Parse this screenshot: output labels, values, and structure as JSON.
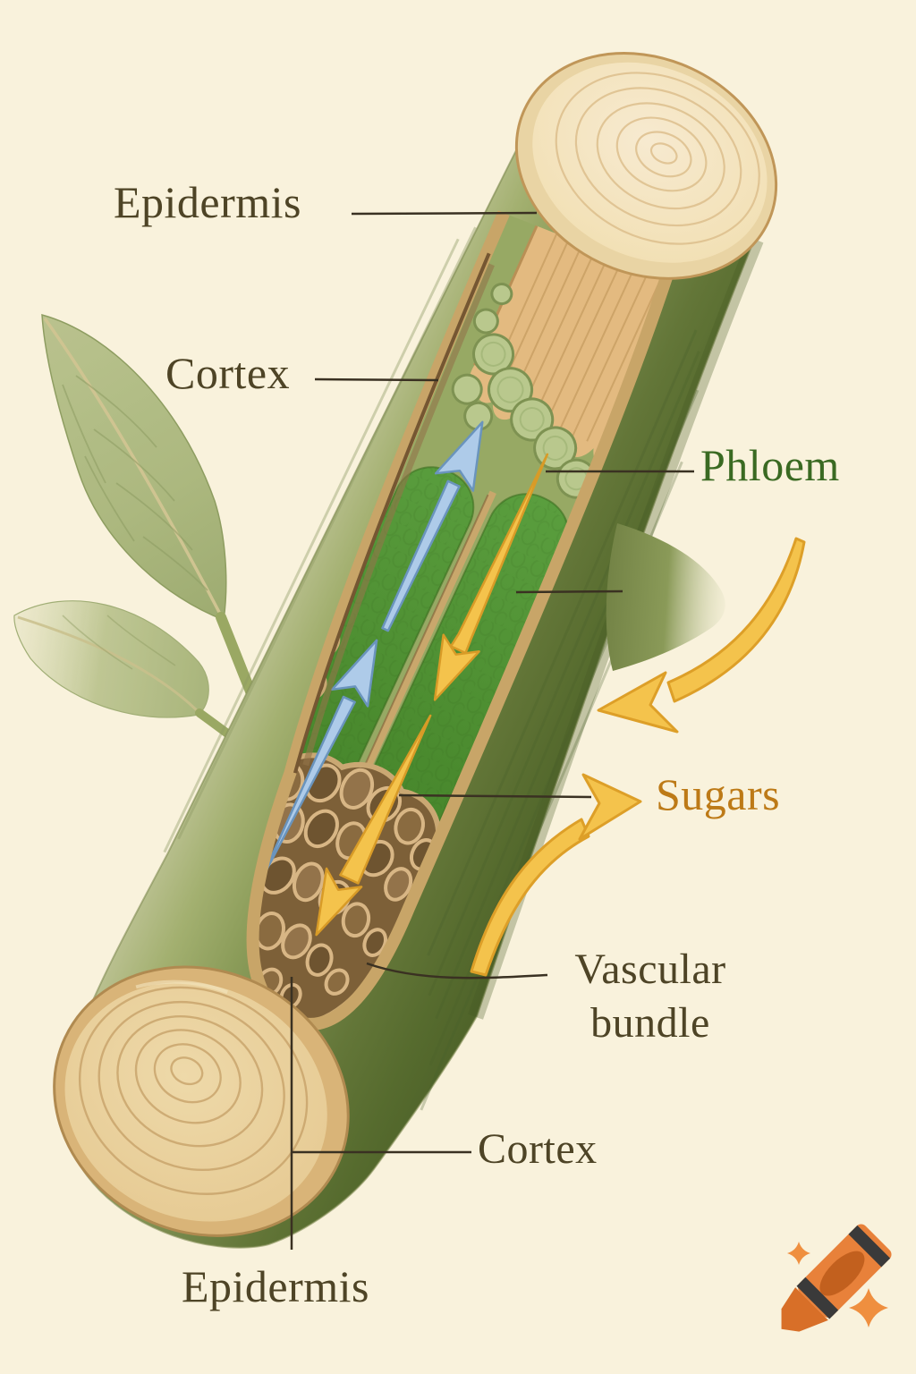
{
  "figure": {
    "type": "botanical illustration",
    "subject": "plant stem cut-away showing phloem transport of sugars"
  },
  "labels": {
    "epidermis_top": "Epidermis",
    "cortex_top": "Cortex",
    "phloem": "Phloem",
    "sugars": "Sugars",
    "vascular_line1": "Vascular",
    "vascular_line2": "bundle",
    "cortex_bottom": "Cortex",
    "epidermis_bottom": "Epidermis"
  },
  "colors": {
    "background": "#f9f2dc",
    "label_text": "#4e4426",
    "phloem_text": "#3a6a22",
    "sugars_text": "#bd7a17",
    "leader_line": "#3a3122",
    "stem_green_dark": "#55682f",
    "stem_green_light": "#b7bd8a",
    "phloem_band_green": "#4e8c31",
    "wood_tan": "#e2b87e",
    "honeycomb_brown": "#7c5f37",
    "water_arrow_blue": "#aecbe9",
    "sugar_arrow_yellow": "#f4c34c",
    "crayon_orange": "#e8813a"
  },
  "icons": {
    "water_arrows": "blue arrows pointing up the stem",
    "sugar_arrows": "yellow arrows pointing down the stem",
    "crayon_logo": "orange crayon with sparkles watermark"
  }
}
